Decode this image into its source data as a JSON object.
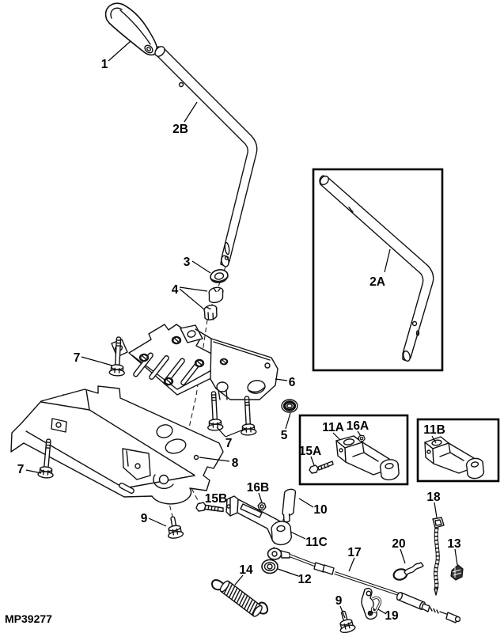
{
  "diagram": {
    "figure_code": "MP39277",
    "callouts": {
      "knob": "1",
      "lever_upper": "2B",
      "lever_inset": "2A",
      "washer3": "3",
      "bushings4": "4",
      "grommet5": "5",
      "bracket6": "6",
      "screw7_upper": "7",
      "screw7_pair": "7",
      "screw7_lower": "7",
      "plate8": "8",
      "bolt9_plate": "9",
      "bolt9_cable": "9",
      "pin10": "10",
      "arm11a": "11A",
      "arm11b": "11B",
      "arm11c": "11C",
      "washer12": "12",
      "clip13": "13",
      "spring14": "14",
      "screw15a": "15A",
      "screw15b": "15B",
      "nut16a": "16A",
      "nut16b": "16B",
      "cable17": "17",
      "tie18": "18",
      "bracket19": "19",
      "clip20": "20"
    }
  }
}
